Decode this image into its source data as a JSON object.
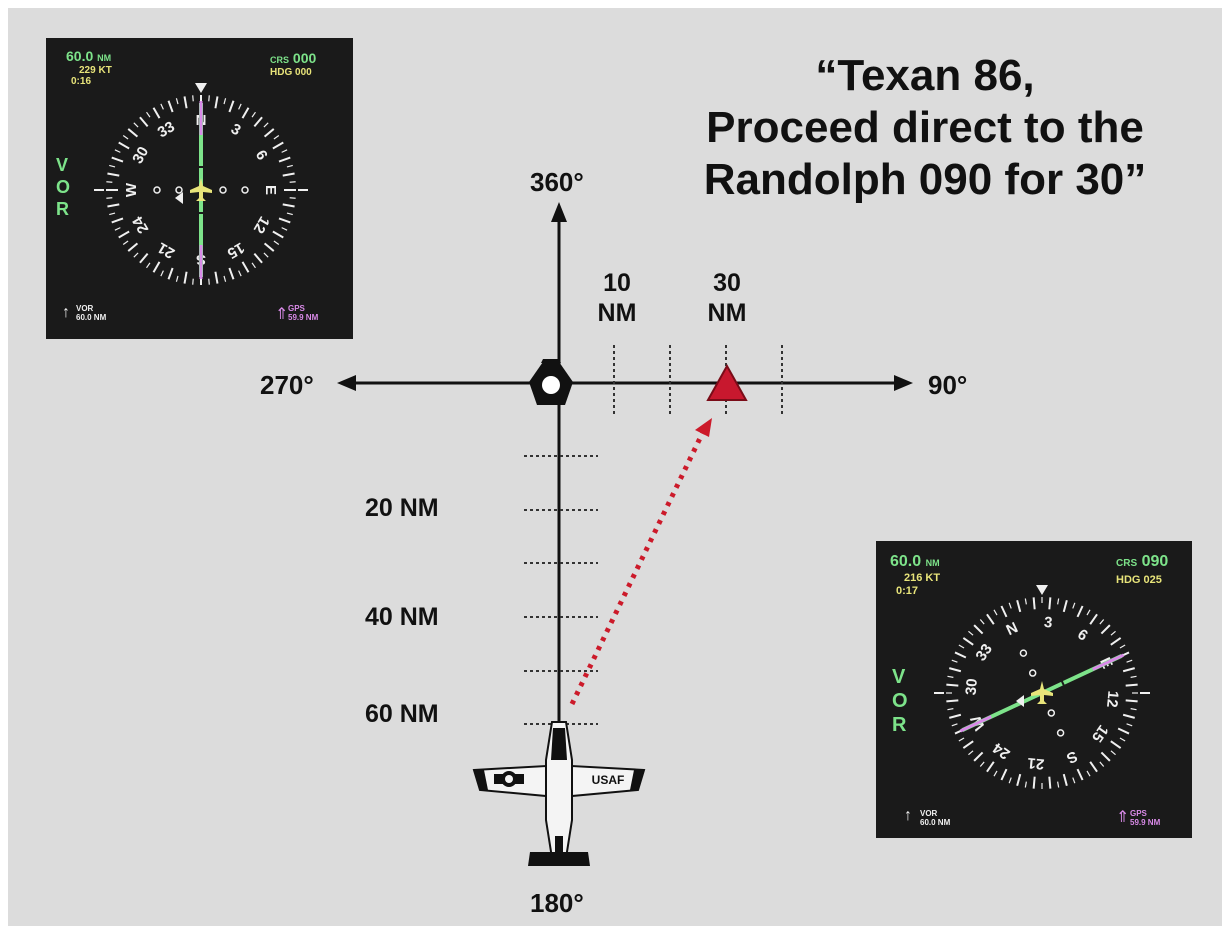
{
  "quote": {
    "line1": "“Texan 86,",
    "line2": "Proceed direct to the",
    "line3": "Randolph 090 for 30”"
  },
  "diagram": {
    "north_label": "360°",
    "south_label": "180°",
    "west_label": "270°",
    "east_label": "90°",
    "east_axis_labels": [
      {
        "top": "10",
        "bottom": "NM"
      },
      {
        "top": "30",
        "bottom": "NM"
      }
    ],
    "south_axis_labels": [
      "20 NM",
      "40 NM",
      "60 NM"
    ],
    "aircraft_markings": {
      "left_wing": "",
      "right_wing": "USAF"
    },
    "colors": {
      "background": "#dcdcdc",
      "target": "#c8182e",
      "route": "#cc1a2a"
    }
  },
  "hsi_top_left": {
    "distance": "60.0",
    "distance_unit": "NM",
    "speed": "229",
    "speed_unit": "KT",
    "time": "0:16",
    "crs_label": "CRS",
    "crs_value": "000",
    "hdg_label": "HDG",
    "hdg_value": "000",
    "nav_source": [
      "V",
      "O",
      "R"
    ],
    "bearing1_source": "VOR",
    "bearing1_distance": "60.0 NM",
    "bearing2_source": "GPS",
    "bearing2_distance": "59.9 NM",
    "heading_deg": 0,
    "course_deg": 0
  },
  "hsi_bottom_right": {
    "distance": "60.0",
    "distance_unit": "NM",
    "speed": "216",
    "speed_unit": "KT",
    "time": "0:17",
    "crs_label": "CRS",
    "crs_value": "090",
    "hdg_label": "HDG",
    "hdg_value": "025",
    "nav_source": [
      "V",
      "O",
      "R"
    ],
    "bearing1_source": "VOR",
    "bearing1_distance": "60.0 NM",
    "bearing2_source": "GPS",
    "bearing2_distance": "59.9 NM",
    "heading_deg": 25,
    "course_deg": 90
  },
  "compass_labels": [
    "N",
    "3",
    "6",
    "E",
    "12",
    "15",
    "S",
    "21",
    "24",
    "W",
    "30",
    "33"
  ]
}
